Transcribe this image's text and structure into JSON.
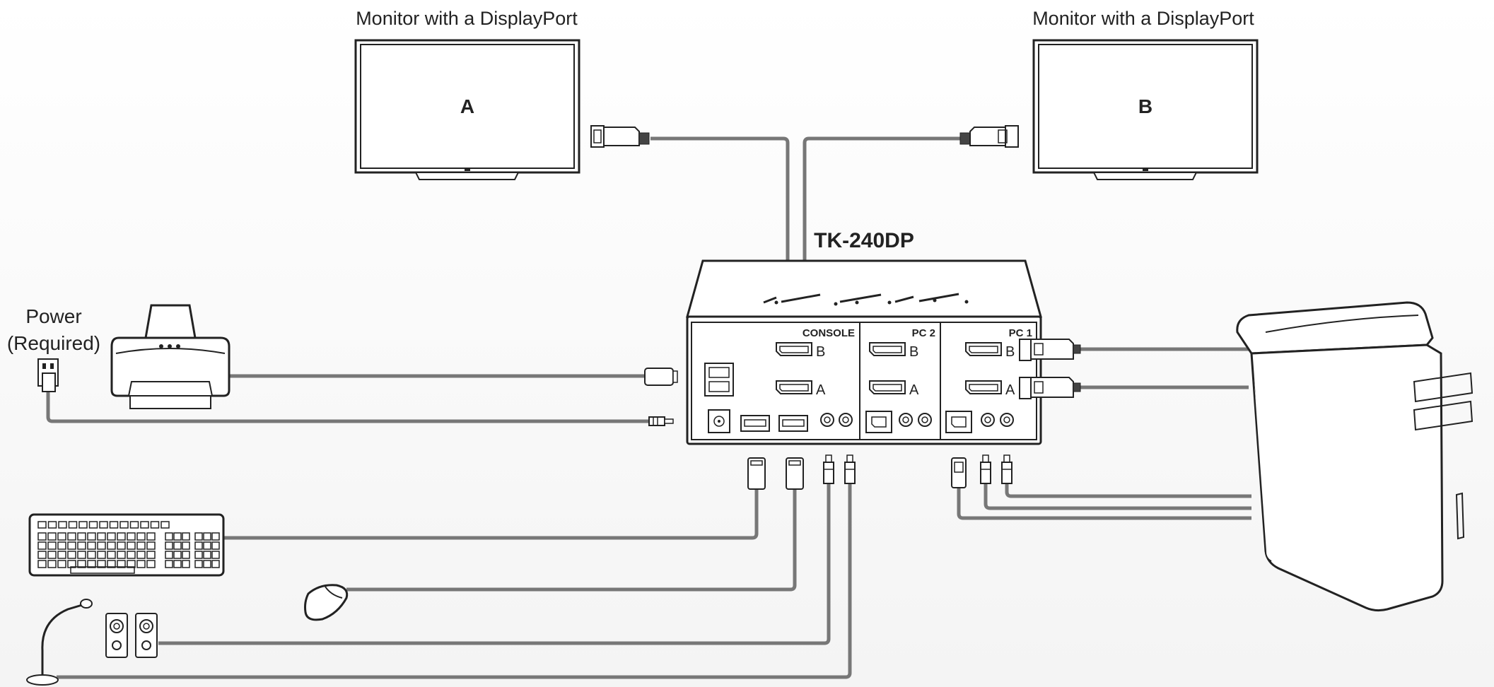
{
  "monitor_a": {
    "caption": "Monitor with a DisplayPort",
    "letter": "A"
  },
  "monitor_b": {
    "caption": "Monitor with a DisplayPort",
    "letter": "B"
  },
  "kvm": {
    "model": "TK-240DP",
    "sections": [
      "CONSOLE",
      "PC 2",
      "PC 1"
    ],
    "port_labels": [
      "B",
      "A",
      "B",
      "A",
      "B",
      "A"
    ]
  },
  "power": {
    "line1": "Power",
    "line2": "(Required)"
  },
  "colors": {
    "wire": "#777777",
    "outline": "#222222",
    "background": "#ffffff"
  }
}
